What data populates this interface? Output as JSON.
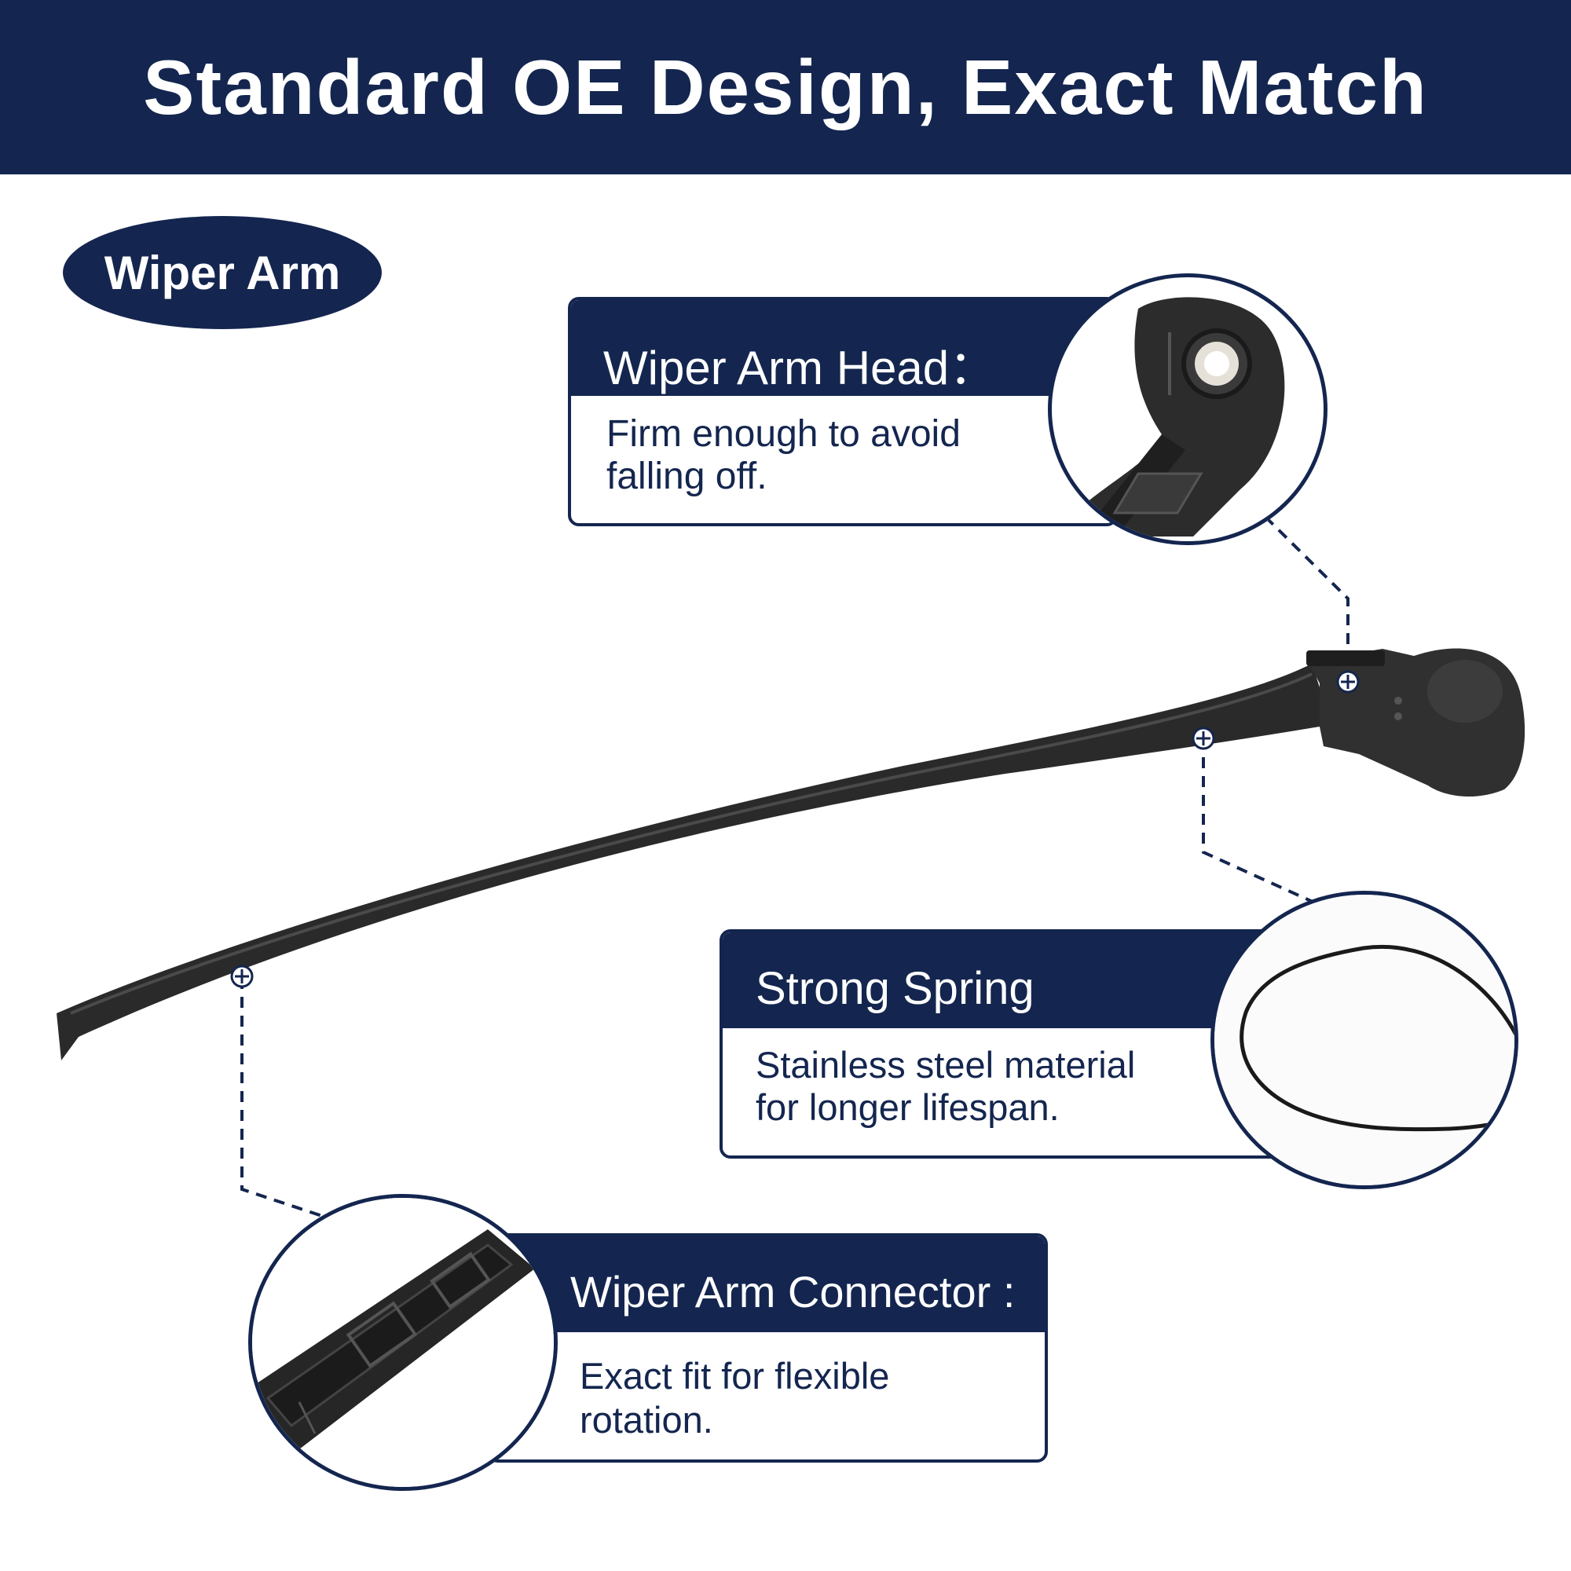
{
  "header": {
    "title": "Standard OE Design, Exact Match"
  },
  "badge": {
    "label": "Wiper Arm"
  },
  "callouts": {
    "head": {
      "title": "Wiper Arm Head：",
      "lines": [
        "Firm enough to avoid",
        "falling off."
      ]
    },
    "spring": {
      "title": "Strong Spring",
      "lines": [
        "Stainless steel material",
        "for longer lifespan."
      ]
    },
    "connector": {
      "title": "Wiper Arm Connector :",
      "lines": [
        "Exact fit for flexible",
        "rotation."
      ]
    }
  },
  "colors": {
    "navy": "#14264f",
    "arm": "#2b2b2b",
    "background": "#ffffff"
  },
  "icons": [
    "plus-marker-icon"
  ]
}
